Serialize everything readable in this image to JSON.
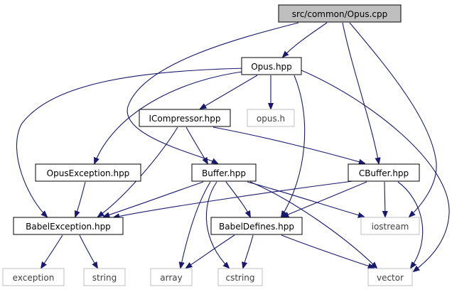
{
  "diagram": {
    "colors": {
      "edge": "#191970",
      "root_fill": "#bfbfbf",
      "local_border": "#000000",
      "system_border": "#bfbfbf",
      "system_text": "#404040"
    },
    "nodes": [
      {
        "id": "opus_cpp",
        "label": "src/common/Opus.cpp",
        "kind": "root"
      },
      {
        "id": "opus_hpp",
        "label": "Opus.hpp",
        "kind": "local"
      },
      {
        "id": "icompressor",
        "label": "ICompressor.hpp",
        "kind": "local"
      },
      {
        "id": "opus_h",
        "label": "opus.h",
        "kind": "system"
      },
      {
        "id": "opusexception",
        "label": "OpusException.hpp",
        "kind": "local"
      },
      {
        "id": "buffer",
        "label": "Buffer.hpp",
        "kind": "local"
      },
      {
        "id": "cbuffer",
        "label": "CBuffer.hpp",
        "kind": "local"
      },
      {
        "id": "babelexception",
        "label": "BabelException.hpp",
        "kind": "local"
      },
      {
        "id": "babeldefines",
        "label": "BabelDefines.hpp",
        "kind": "local"
      },
      {
        "id": "iostream",
        "label": "iostream",
        "kind": "system"
      },
      {
        "id": "exception",
        "label": "exception",
        "kind": "system"
      },
      {
        "id": "string",
        "label": "string",
        "kind": "system"
      },
      {
        "id": "array",
        "label": "array",
        "kind": "system"
      },
      {
        "id": "cstring",
        "label": "cstring",
        "kind": "system"
      },
      {
        "id": "vector",
        "label": "vector",
        "kind": "system"
      }
    ],
    "edges": [
      {
        "from": "opus_cpp",
        "to": "opus_hpp"
      },
      {
        "from": "opus_cpp",
        "to": "buffer"
      },
      {
        "from": "opus_cpp",
        "to": "cbuffer"
      },
      {
        "from": "opus_cpp",
        "to": "iostream"
      },
      {
        "from": "opus_hpp",
        "to": "icompressor"
      },
      {
        "from": "opus_hpp",
        "to": "opus_h"
      },
      {
        "from": "opus_hpp",
        "to": "opusexception"
      },
      {
        "from": "opus_hpp",
        "to": "babelexception"
      },
      {
        "from": "opus_hpp",
        "to": "babeldefines"
      },
      {
        "from": "opus_hpp",
        "to": "vector"
      },
      {
        "from": "icompressor",
        "to": "buffer"
      },
      {
        "from": "icompressor",
        "to": "cbuffer"
      },
      {
        "from": "icompressor",
        "to": "babelexception"
      },
      {
        "from": "opusexception",
        "to": "babelexception"
      },
      {
        "from": "buffer",
        "to": "babelexception"
      },
      {
        "from": "buffer",
        "to": "babeldefines"
      },
      {
        "from": "buffer",
        "to": "iostream"
      },
      {
        "from": "buffer",
        "to": "array"
      },
      {
        "from": "buffer",
        "to": "cstring"
      },
      {
        "from": "buffer",
        "to": "vector"
      },
      {
        "from": "cbuffer",
        "to": "babelexception"
      },
      {
        "from": "cbuffer",
        "to": "babeldefines"
      },
      {
        "from": "cbuffer",
        "to": "iostream"
      },
      {
        "from": "cbuffer",
        "to": "vector"
      },
      {
        "from": "babelexception",
        "to": "exception"
      },
      {
        "from": "babelexception",
        "to": "string"
      },
      {
        "from": "babeldefines",
        "to": "array"
      },
      {
        "from": "babeldefines",
        "to": "cstring"
      },
      {
        "from": "babeldefines",
        "to": "vector"
      }
    ]
  }
}
